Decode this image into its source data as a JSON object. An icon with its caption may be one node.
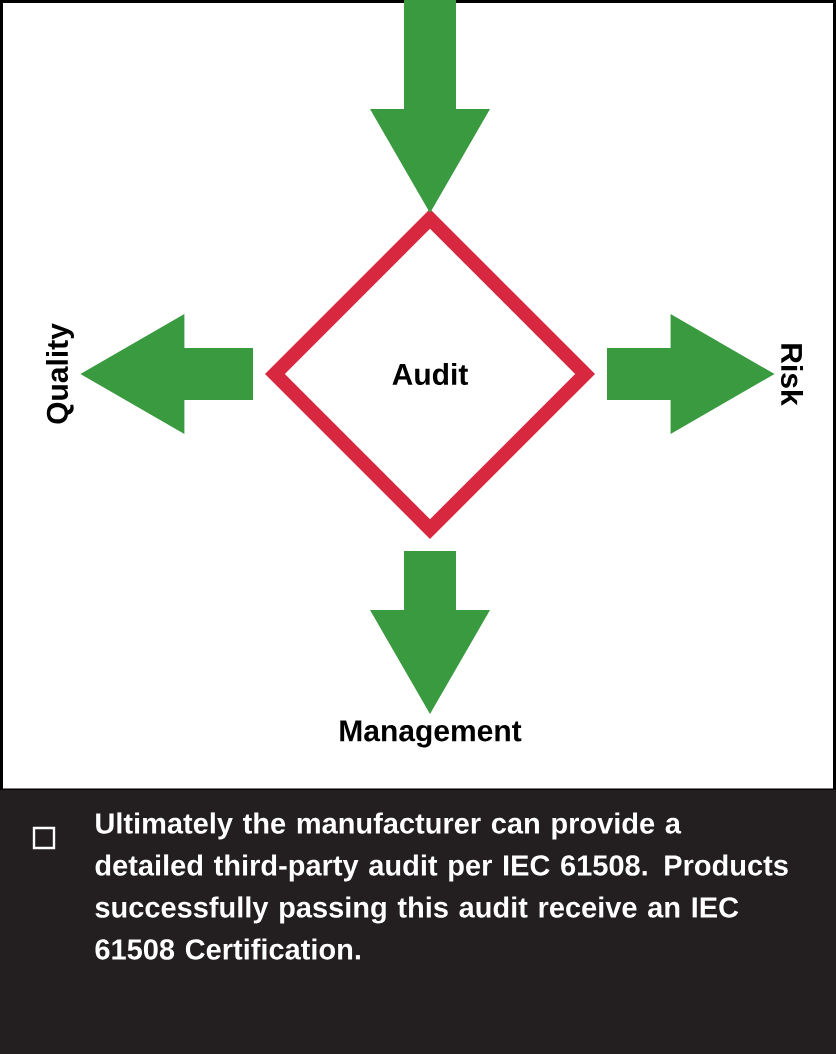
{
  "diagram": {
    "caption": "Ultimately the manufacturer can provide a detailed third-party audit per IEC 61508. Products successfully passing this audit receive an IEC 61508 Certification.",
    "nodes": [
      {
        "text": [
          "Audit"
        ]
      },
      {
        "text": [
          "Quality"
        ]
      },
      {
        "text": [
          "Risk"
        ]
      },
      {
        "text": [
          "Management"
        ]
      }
    ],
    "edges": [
      {
        "from": null,
        "to": 0,
        "arrow": "to"
      },
      {
        "from": 0,
        "to": 1,
        "arrow": "to"
      },
      {
        "from": 0,
        "to": 2,
        "arrow": "to"
      },
      {
        "from": 0,
        "to": 3,
        "arrow": "to"
      }
    ]
  }
}
